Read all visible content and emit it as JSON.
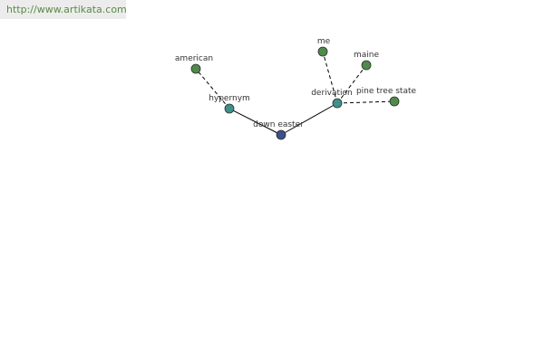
{
  "header": {
    "url": "http://www.artikata.com"
  },
  "graph": {
    "colors": {
      "root": "#3d4f8c",
      "relation": "#3f8f8a",
      "leaf": "#4f8a4a",
      "node_stroke": "#2e2e2e",
      "edge": "#000000"
    },
    "nodes": [
      {
        "id": "down_easter",
        "label": "down easter",
        "kind": "root"
      },
      {
        "id": "hypernym",
        "label": "hypernym",
        "kind": "relation"
      },
      {
        "id": "derivation",
        "label": "derivation",
        "kind": "relation"
      },
      {
        "id": "american",
        "label": "american",
        "kind": "leaf"
      },
      {
        "id": "me",
        "label": "me",
        "kind": "leaf"
      },
      {
        "id": "maine",
        "label": "maine",
        "kind": "leaf"
      },
      {
        "id": "pine_tree_state",
        "label": "pine tree state",
        "kind": "leaf"
      }
    ],
    "edges": [
      {
        "from": "down_easter",
        "to": "hypernym",
        "style": "solid"
      },
      {
        "from": "down_easter",
        "to": "derivation",
        "style": "solid"
      },
      {
        "from": "hypernym",
        "to": "american",
        "style": "dashed"
      },
      {
        "from": "derivation",
        "to": "me",
        "style": "dashed"
      },
      {
        "from": "derivation",
        "to": "maine",
        "style": "dashed"
      },
      {
        "from": "derivation",
        "to": "pine_tree_state",
        "style": "dashed"
      }
    ]
  }
}
